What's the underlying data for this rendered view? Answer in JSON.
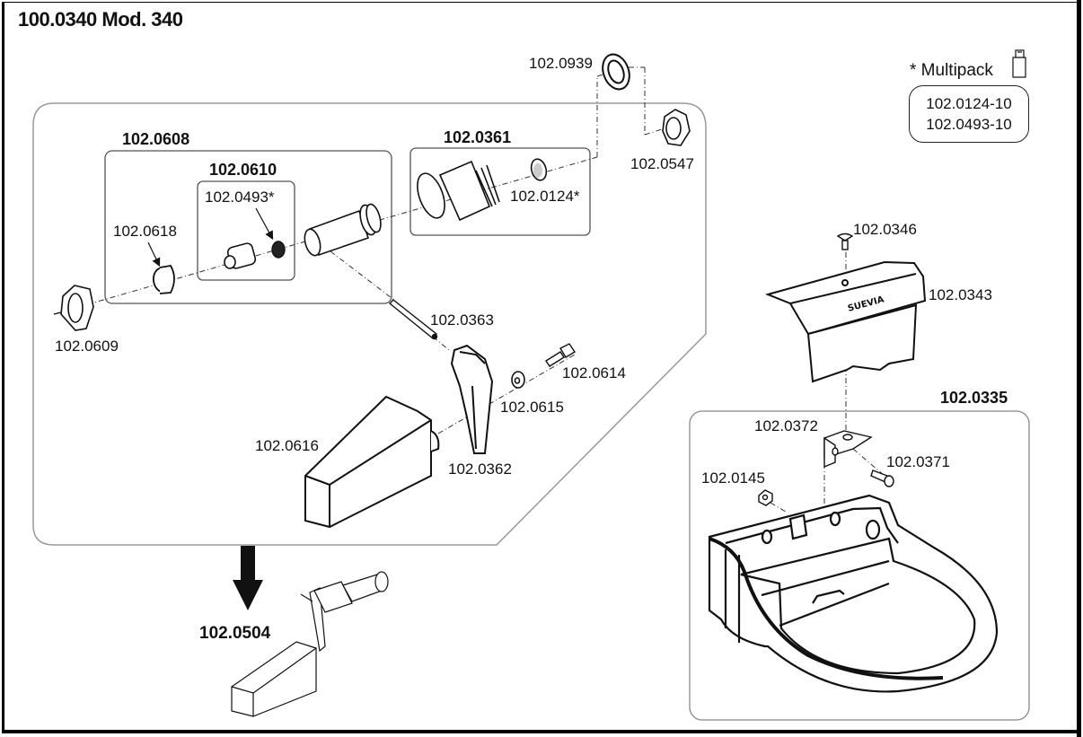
{
  "title": "100.0340 Mod. 340",
  "multipack": {
    "label": "* Multipack",
    "icon": "package-icon",
    "items": [
      "102.0124-10",
      "102.0493-10"
    ]
  },
  "groups": {
    "g0608": "102.0608",
    "g0610": "102.0610",
    "g0361": "102.0361",
    "g0335": "102.0335",
    "g0504": "102.0504"
  },
  "parts": {
    "p0939": "102.0939",
    "p0547": "102.0547",
    "p0124": "102.0124*",
    "p0493": "102.0493*",
    "p0618": "102.0618",
    "p0609": "102.0609",
    "p0363": "102.0363",
    "p0614": "102.0614",
    "p0615": "102.0615",
    "p0616": "102.0616",
    "p0362": "102.0362",
    "p0346": "102.0346",
    "p0343": "102.0343",
    "p0372": "102.0372",
    "p0371": "102.0371",
    "p0145": "102.0145"
  },
  "brand_mark": "SUEVIA"
}
